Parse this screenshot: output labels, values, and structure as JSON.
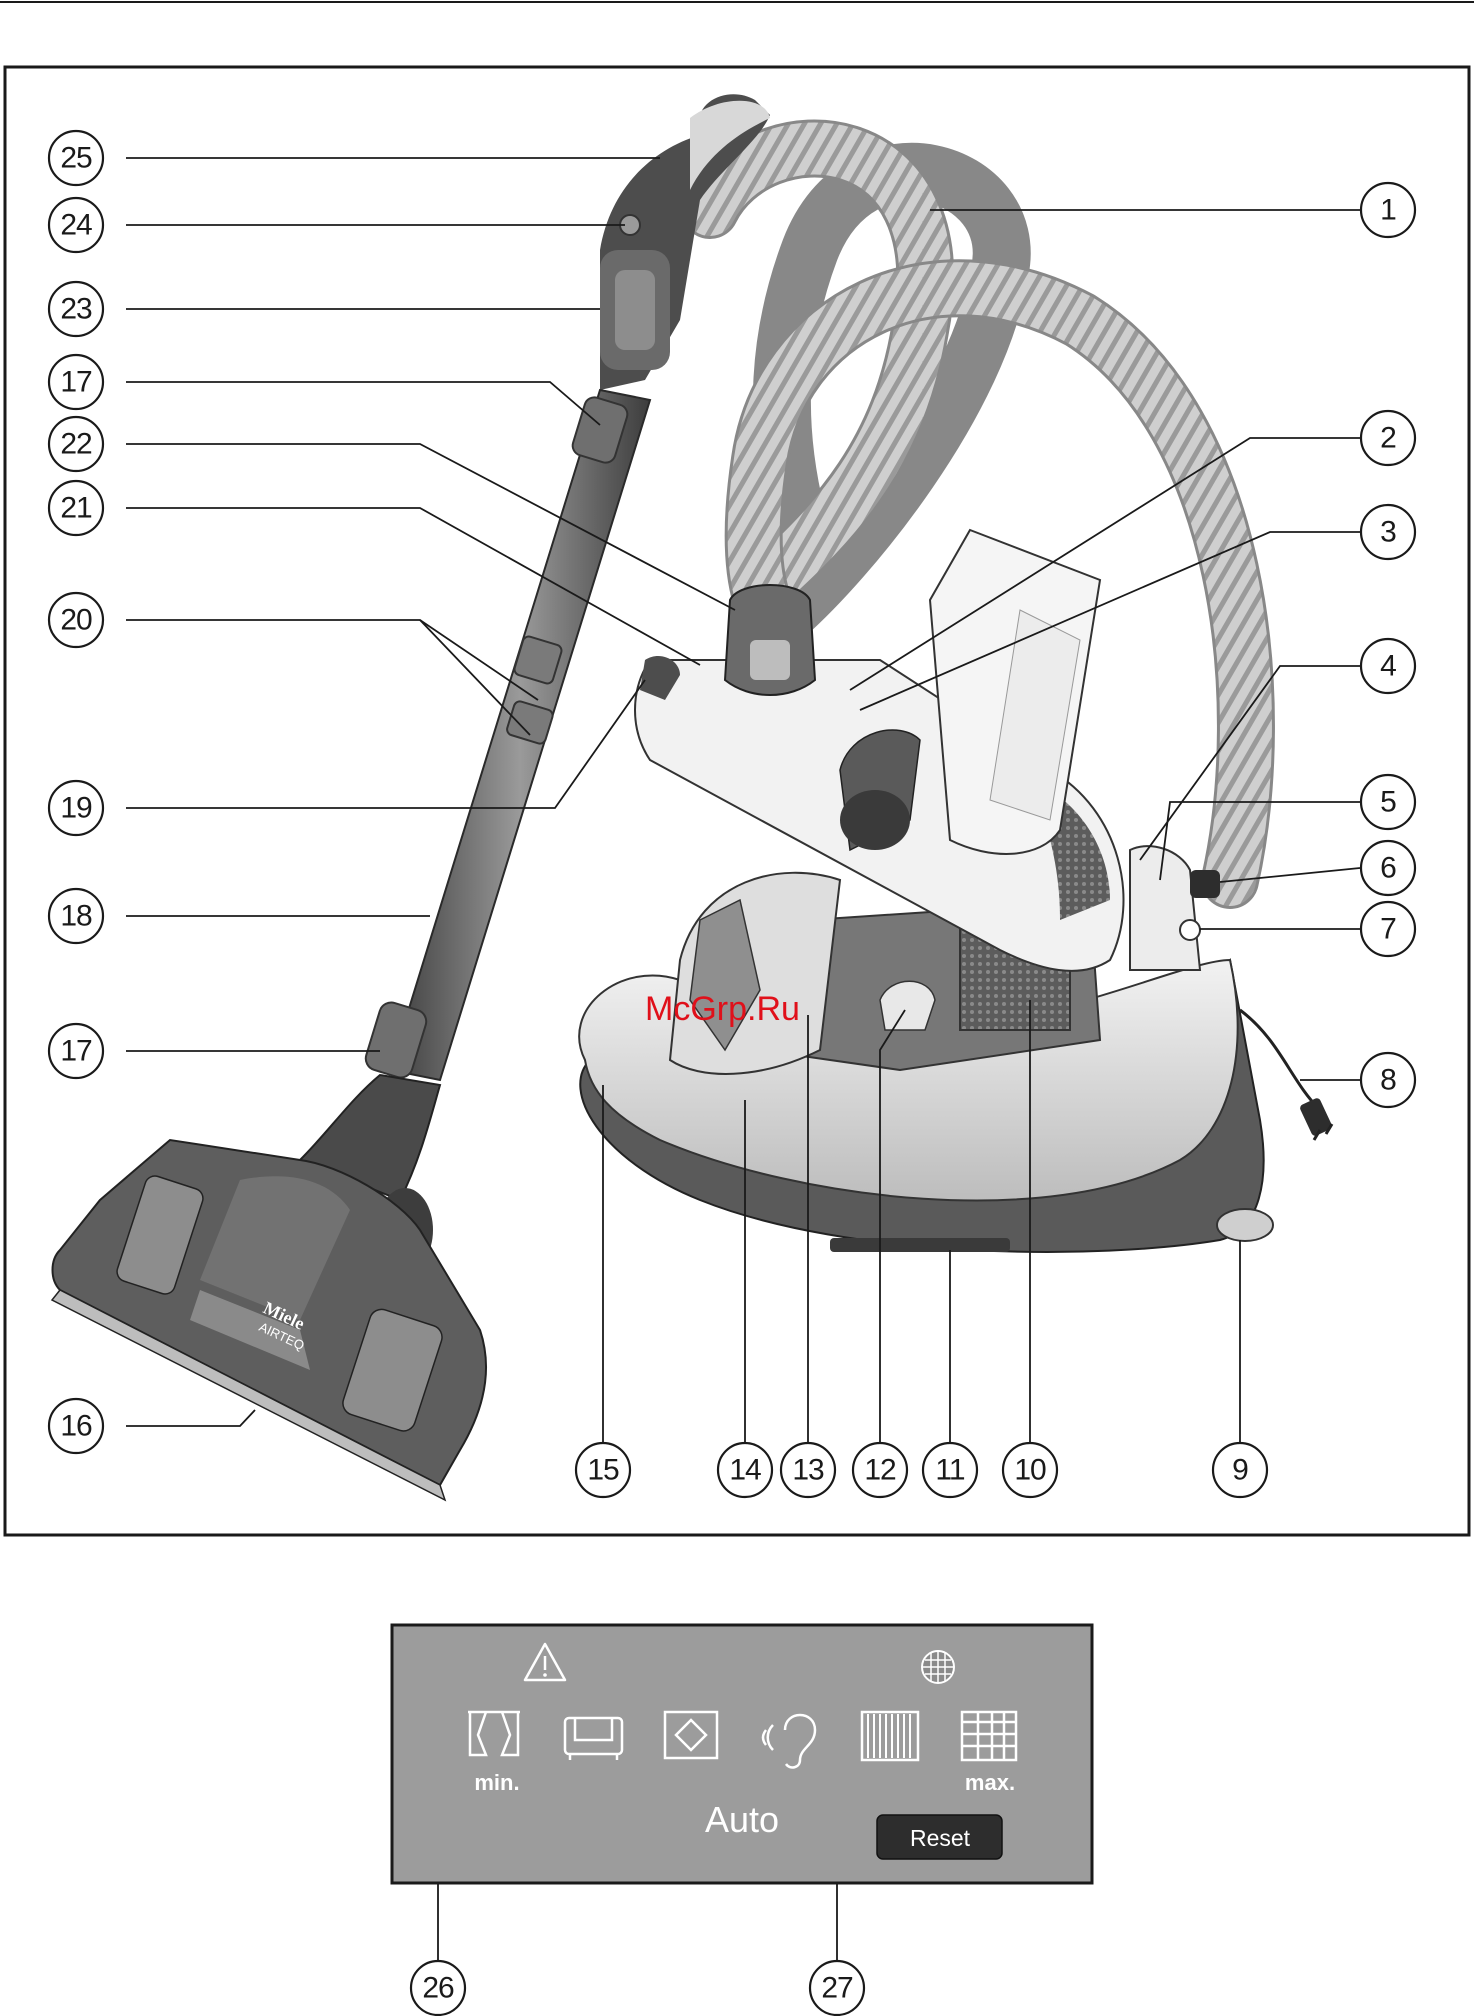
{
  "watermark": "McGrp.Ru",
  "callouts": {
    "c1": "1",
    "c2": "2",
    "c3": "3",
    "c4": "4",
    "c5": "5",
    "c6": "6",
    "c7": "7",
    "c8": "8",
    "c9": "9",
    "c10": "10",
    "c11": "11",
    "c12": "12",
    "c13": "13",
    "c14": "14",
    "c15": "15",
    "c16": "16",
    "c17a": "17",
    "c17b": "17",
    "c18": "18",
    "c19": "19",
    "c20": "20",
    "c21": "21",
    "c22": "22",
    "c23": "23",
    "c24": "24",
    "c25": "25",
    "c26": "26",
    "c27": "27"
  },
  "nozzle_branding": {
    "brand": "Miele",
    "model": "AIRTEQ"
  },
  "control_panel": {
    "min_label": "min.",
    "max_label": "max.",
    "auto_label": "Auto",
    "reset_label": "Reset",
    "icons": [
      "warning-icon",
      "curtains-icon",
      "upholstery-icon",
      "floor-icon",
      "silence-icon",
      "carpet-icon",
      "deep-carpet-icon",
      "filter-icon"
    ]
  },
  "colors": {
    "panel_bg": "#9c9c9c",
    "button_bg": "#2d2d2d",
    "dark_body": "#5a5a5a",
    "hose": "#c8c8c8"
  }
}
